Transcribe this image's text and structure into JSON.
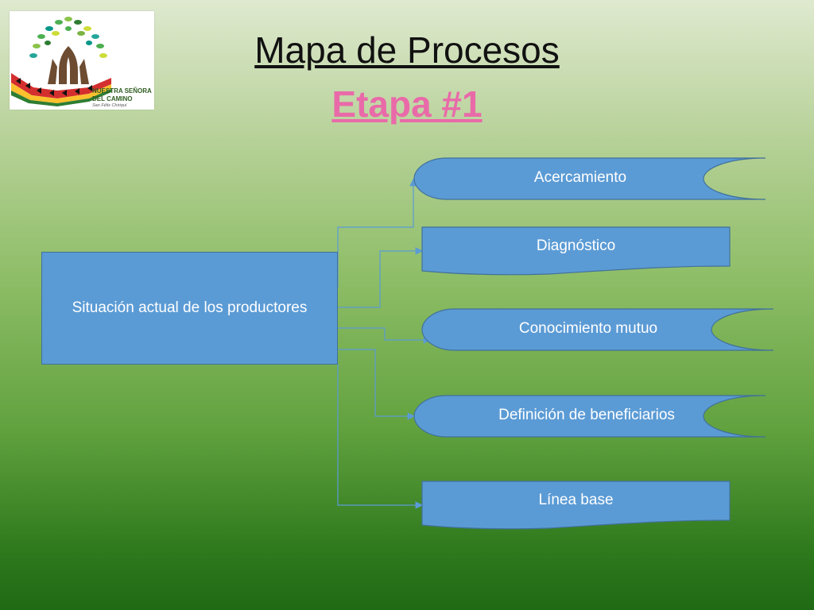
{
  "header": {
    "title": "Mapa de Procesos",
    "subtitle": "Etapa #1"
  },
  "logo": {
    "line1": "NUESTRA SEÑORA",
    "line2": "DEL CAMINO",
    "line3": "San Félix Chiriquí"
  },
  "diagram": {
    "root": "Situación actual de los productores",
    "steps": [
      {
        "label": "Acercamiento",
        "shape": "stored-data"
      },
      {
        "label": "Diagnóstico",
        "shape": "document"
      },
      {
        "label": "Conocimiento mutuo",
        "shape": "stored-data"
      },
      {
        "label": "Definición de beneficiarios",
        "shape": "stored-data"
      },
      {
        "label": "Línea base",
        "shape": "document"
      }
    ]
  },
  "colors": {
    "box_fill": "#5b9bd5",
    "box_stroke": "#41719c",
    "connector": "#5b9bd5",
    "subtitle": "#e96aa9"
  }
}
